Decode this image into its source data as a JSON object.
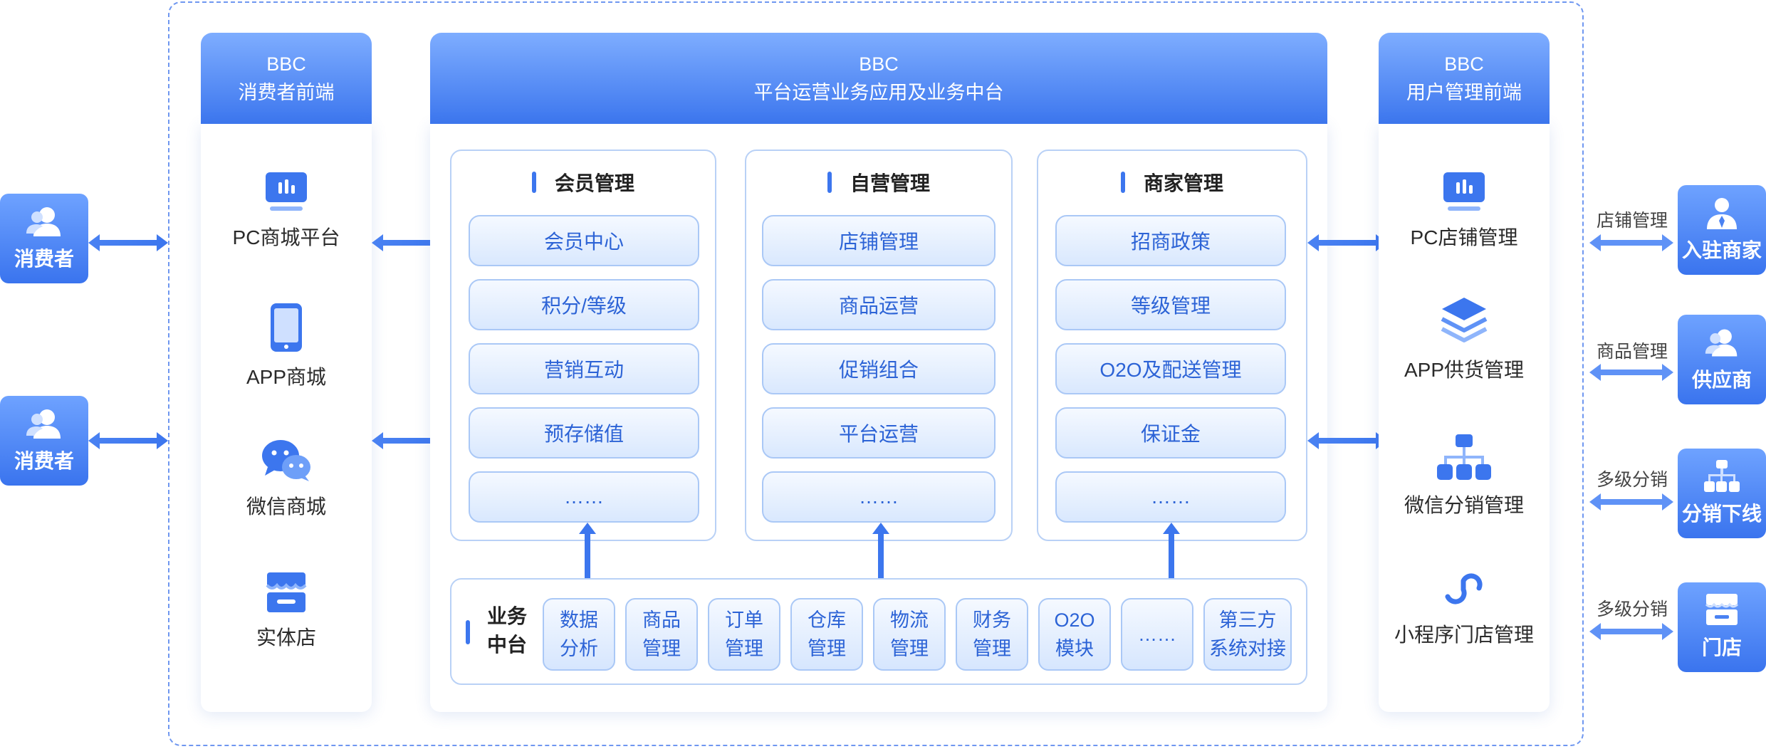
{
  "colors": {
    "accent": "#3c76ee",
    "accent_light": "#7eadff",
    "pill_text": "#2c63d6",
    "border": "#b9d1f6"
  },
  "consumers": [
    {
      "label": "消费者",
      "icon": "user-icon"
    },
    {
      "label": "消费者",
      "icon": "user-icon"
    }
  ],
  "left_column": {
    "header_line1": "BBC",
    "header_line2": "消费者前端",
    "items": [
      {
        "label": "PC商城平台",
        "icon": "monitor-icon"
      },
      {
        "label": "APP商城",
        "icon": "phone-icon"
      },
      {
        "label": "微信商城",
        "icon": "wechat-icon"
      },
      {
        "label": "实体店",
        "icon": "store-icon"
      }
    ]
  },
  "center": {
    "header_line1": "BBC",
    "header_line2": "平台运营业务应用及业务中台",
    "modules": [
      {
        "title": "会员管理",
        "items": [
          "会员中心",
          "积分/等级",
          "营销互动",
          "预存储值",
          "……"
        ]
      },
      {
        "title": "自营管理",
        "items": [
          "店铺管理",
          "商品运营",
          "促销组合",
          "平台运营",
          "……"
        ]
      },
      {
        "title": "商家管理",
        "items": [
          "招商政策",
          "等级管理",
          "O2O及配送管理",
          "保证金",
          "……"
        ]
      }
    ],
    "middle_platform": {
      "title_line1": "业务",
      "title_line2": "中台",
      "items": [
        {
          "l1": "数据",
          "l2": "分析"
        },
        {
          "l1": "商品",
          "l2": "管理"
        },
        {
          "l1": "订单",
          "l2": "管理"
        },
        {
          "l1": "仓库",
          "l2": "管理"
        },
        {
          "l1": "物流",
          "l2": "管理"
        },
        {
          "l1": "财务",
          "l2": "管理"
        },
        {
          "l1": "O2O",
          "l2": "模块"
        },
        {
          "l1": "……",
          "l2": ""
        },
        {
          "l1": "第三方",
          "l2": "系统对接"
        }
      ]
    }
  },
  "right_column": {
    "header_line1": "BBC",
    "header_line2": "用户管理前端",
    "items": [
      {
        "label": "PC店铺管理",
        "icon": "monitor-icon"
      },
      {
        "label": "APP供货管理",
        "icon": "layers-icon"
      },
      {
        "label": "微信分销管理",
        "icon": "org-chart-icon"
      },
      {
        "label": "小程序门店管理",
        "icon": "mini-program-icon"
      }
    ]
  },
  "roles": [
    {
      "label": "入驻商家",
      "link_label": "店铺管理",
      "icon": "merchant-icon"
    },
    {
      "label": "供应商",
      "link_label": "商品管理",
      "icon": "user-icon"
    },
    {
      "label": "分销下线",
      "link_label": "多级分销",
      "icon": "org-chart-icon"
    },
    {
      "label": "门店",
      "link_label": "多级分销",
      "icon": "store-icon"
    }
  ]
}
